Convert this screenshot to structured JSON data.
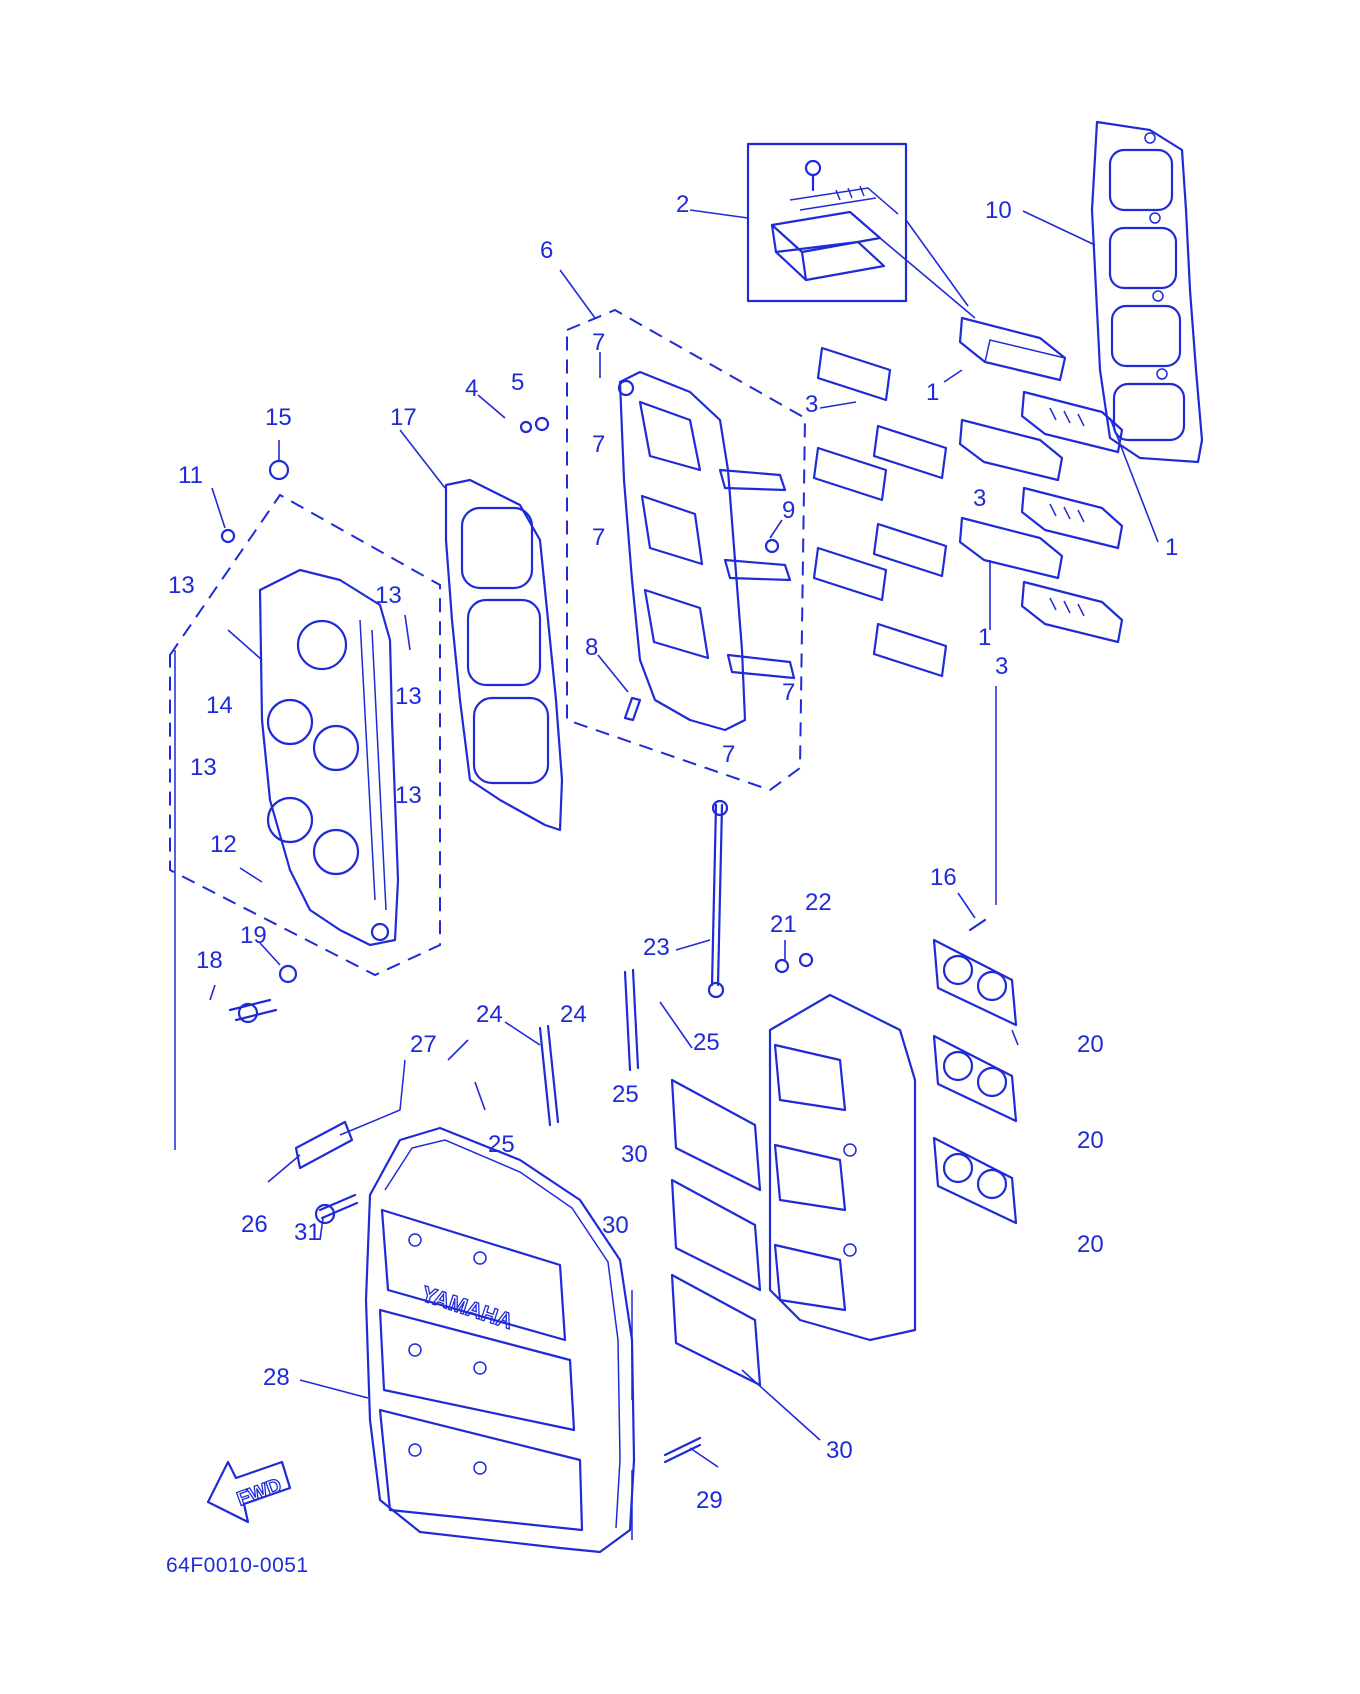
{
  "diagram": {
    "reference_code": "64F0010-0051",
    "brand_label": "YAMAHA",
    "direction_label": "FWD",
    "callouts": [
      {
        "id": "c1a",
        "label": "1"
      },
      {
        "id": "c1b",
        "label": "1"
      },
      {
        "id": "c1c",
        "label": "1"
      },
      {
        "id": "c2",
        "label": "2"
      },
      {
        "id": "c3a",
        "label": "3"
      },
      {
        "id": "c3b",
        "label": "3"
      },
      {
        "id": "c3c",
        "label": "3"
      },
      {
        "id": "c4",
        "label": "4"
      },
      {
        "id": "c5",
        "label": "5"
      },
      {
        "id": "c6",
        "label": "6"
      },
      {
        "id": "c7a",
        "label": "7"
      },
      {
        "id": "c7b",
        "label": "7"
      },
      {
        "id": "c7c",
        "label": "7"
      },
      {
        "id": "c7d",
        "label": "7"
      },
      {
        "id": "c7e",
        "label": "7"
      },
      {
        "id": "c8",
        "label": "8"
      },
      {
        "id": "c9",
        "label": "9"
      },
      {
        "id": "c10",
        "label": "10"
      },
      {
        "id": "c11",
        "label": "11"
      },
      {
        "id": "c12",
        "label": "12"
      },
      {
        "id": "c13a",
        "label": "13"
      },
      {
        "id": "c13b",
        "label": "13"
      },
      {
        "id": "c13c",
        "label": "13"
      },
      {
        "id": "c13d",
        "label": "13"
      },
      {
        "id": "c13e",
        "label": "13"
      },
      {
        "id": "c14",
        "label": "14"
      },
      {
        "id": "c15",
        "label": "15"
      },
      {
        "id": "c16",
        "label": "16"
      },
      {
        "id": "c17",
        "label": "17"
      },
      {
        "id": "c18",
        "label": "18"
      },
      {
        "id": "c19",
        "label": "19"
      },
      {
        "id": "c20a",
        "label": "20"
      },
      {
        "id": "c20b",
        "label": "20"
      },
      {
        "id": "c20c",
        "label": "20"
      },
      {
        "id": "c21",
        "label": "21"
      },
      {
        "id": "c22",
        "label": "22"
      },
      {
        "id": "c23",
        "label": "23"
      },
      {
        "id": "c24a",
        "label": "24"
      },
      {
        "id": "c24b",
        "label": "24"
      },
      {
        "id": "c25a",
        "label": "25"
      },
      {
        "id": "c25b",
        "label": "25"
      },
      {
        "id": "c25c",
        "label": "25"
      },
      {
        "id": "c26",
        "label": "26"
      },
      {
        "id": "c27",
        "label": "27"
      },
      {
        "id": "c28",
        "label": "28"
      },
      {
        "id": "c29",
        "label": "29"
      },
      {
        "id": "c30a",
        "label": "30"
      },
      {
        "id": "c30b",
        "label": "30"
      },
      {
        "id": "c30c",
        "label": "30"
      },
      {
        "id": "c31",
        "label": "31"
      }
    ]
  }
}
